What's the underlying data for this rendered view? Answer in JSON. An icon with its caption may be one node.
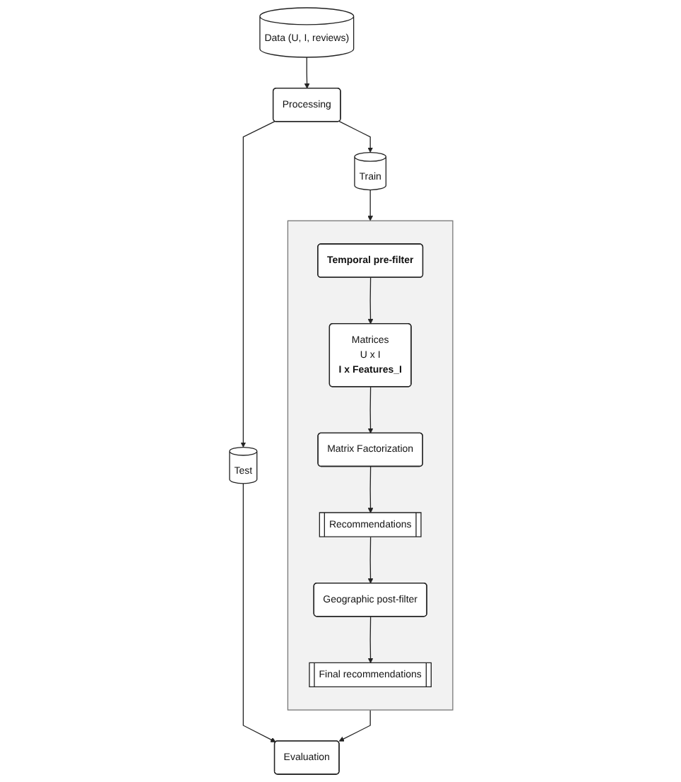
{
  "diagram": {
    "nodes": [
      {
        "text": [
          "Data (U, I, reviews)"
        ]
      },
      {
        "text": [
          "Processing"
        ]
      },
      {
        "text": [
          "Test"
        ]
      },
      {
        "text": [
          "Train"
        ]
      },
      {
        "text": [
          "Evaluation"
        ]
      },
      {
        "text": [],
        "shape": "box"
      },
      {
        "text": [
          "Temporal pre-filter"
        ],
        "in": 5
      },
      {
        "text": [
          "Matrices",
          "U x I",
          "**I x Features_I**"
        ],
        "in": 5
      },
      {
        "text": [
          "Matrix Factorization"
        ],
        "in": 5
      },
      {
        "text": [
          "Recommendations"
        ],
        "in": 5
      },
      {
        "text": [
          "Geographic post-filter"
        ],
        "in": 5
      },
      {
        "text": [
          "Final recommendations"
        ],
        "in": 5
      }
    ],
    "edges": [
      {
        "from": 0,
        "to": 1,
        "arrow": "to"
      },
      {
        "from": 1,
        "to": 2,
        "arrow": "to"
      },
      {
        "from": 1,
        "to": 3,
        "arrow": "to"
      },
      {
        "from": 3,
        "to": 5,
        "arrow": "to"
      },
      {
        "from": 2,
        "to": 4,
        "arrow": "to"
      },
      {
        "from": 5,
        "to": 4,
        "arrow": "to"
      },
      {
        "from": 6,
        "to": 7,
        "arrow": "to"
      },
      {
        "from": 7,
        "to": 8,
        "arrow": "to"
      },
      {
        "from": 8,
        "to": 9,
        "arrow": "to"
      },
      {
        "from": 9,
        "to": 10,
        "arrow": "to"
      },
      {
        "from": 10,
        "to": 11,
        "arrow": "to"
      }
    ]
  }
}
